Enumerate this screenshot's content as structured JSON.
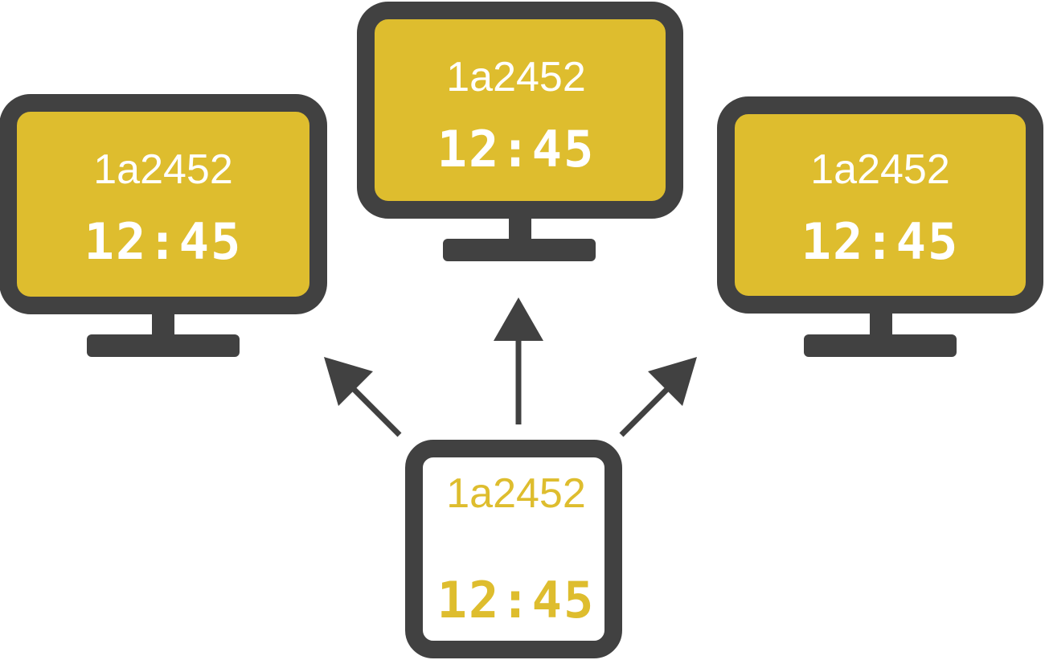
{
  "colors": {
    "frame": "#414141",
    "screen": "#DEBD2E",
    "screen_text": "#FFFFFF",
    "device_screen": "#FFFFFF",
    "device_text": "#DEBD2E",
    "arrow": "#414141"
  },
  "monitors": [
    {
      "id": "left",
      "code": "1a2452",
      "time": "12:45"
    },
    {
      "id": "center",
      "code": "1a2452",
      "time": "12:45"
    },
    {
      "id": "right",
      "code": "1a2452",
      "time": "12:45"
    }
  ],
  "source_device": {
    "code": "1a2452",
    "time": "12:45"
  }
}
